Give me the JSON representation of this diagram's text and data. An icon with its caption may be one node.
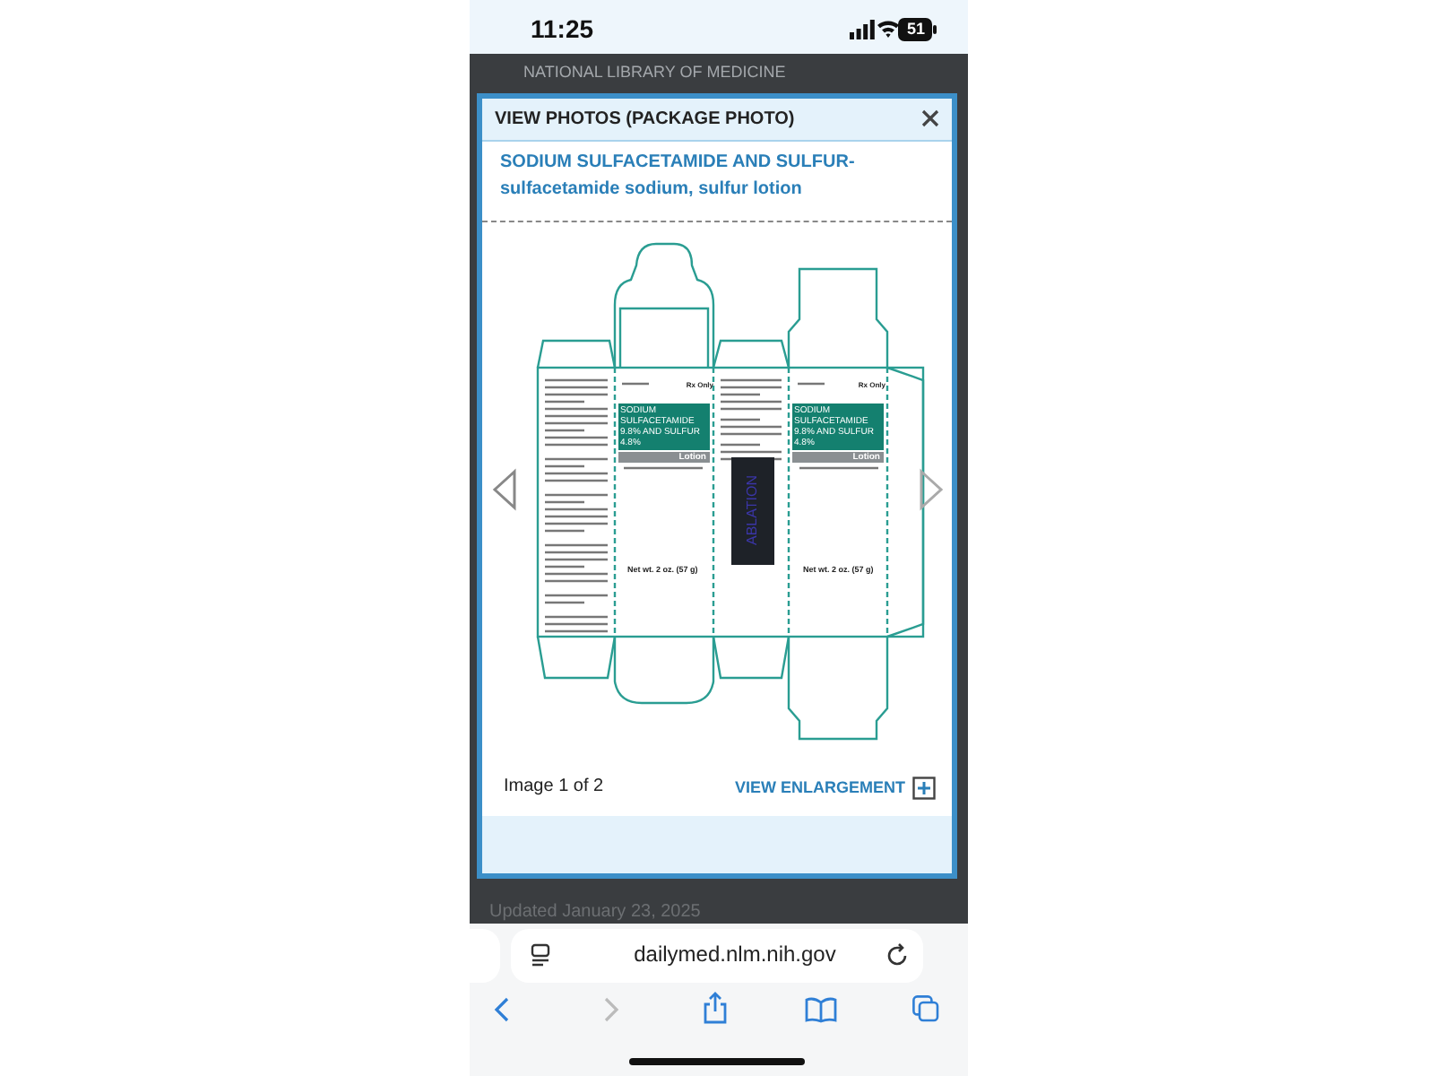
{
  "diagram": {
    "labels": [
      "11:25",
      "51",
      "NATIONAL LIBRARY OF MEDICINE",
      "VIEW PHOTOS (PACKAGE PHOTO)",
      "SODIUM SULFACETAMIDE AND SULFUR- sulfacetamide sodium, sulfur lotion",
      "Rx Only",
      "SODIUM SULFACETAMIDE 9.8% AND SULFUR 4.8%",
      "Lotion",
      "Net wt. 2 oz. (57 g)",
      "ABLATION",
      "Rx Only",
      "SODIUM SULFACETAMIDE 9.8% AND SULFUR 4.8%",
      "Lotion",
      "Net wt. 2 oz. (57 g)",
      "Image 1 of 2",
      "VIEW ENLARGEMENT",
      "Updated January 23, 2025",
      "dailymed.nlm.nih.gov"
    ]
  }
}
